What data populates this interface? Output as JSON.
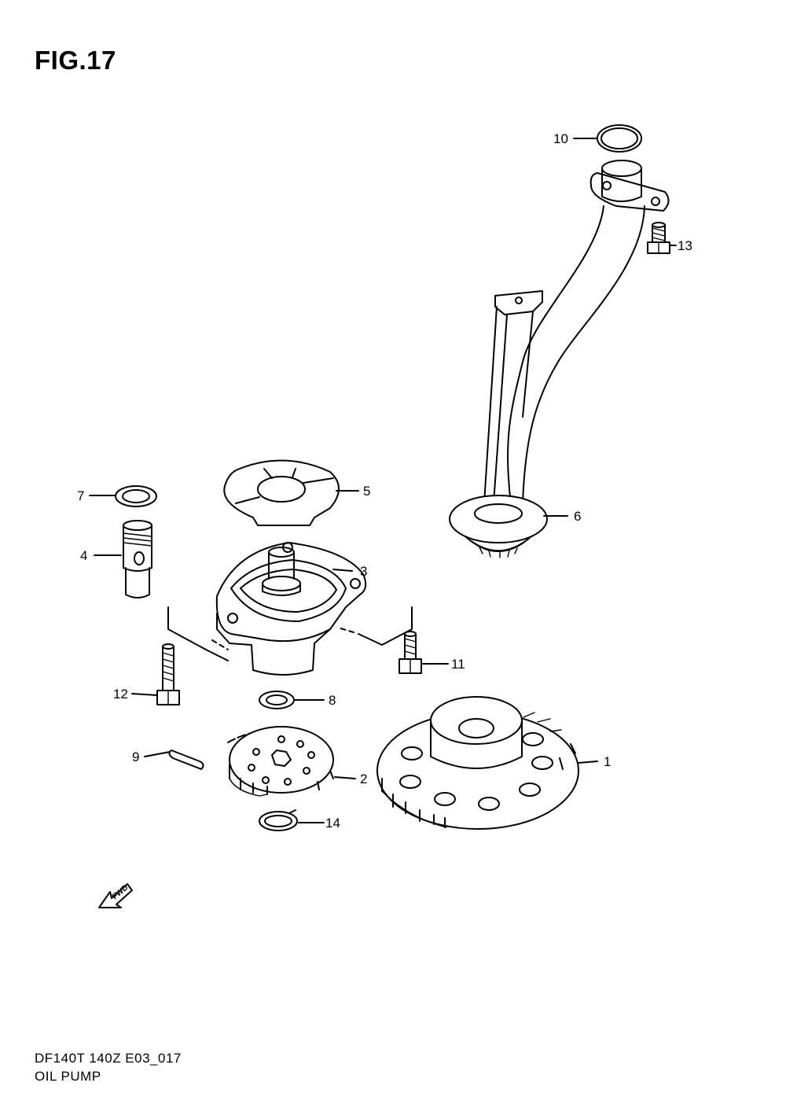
{
  "figure": {
    "title": "FIG.17"
  },
  "footer": {
    "model_code": "DF140T 140Z E03_017",
    "section_name": "OIL PUMP"
  },
  "fwd_arrow": {
    "label": "FWD",
    "icon": "fwd-arrow-icon"
  },
  "callouts": [
    {
      "id": "1",
      "part": "driven gear"
    },
    {
      "id": "2",
      "part": "drive gear"
    },
    {
      "id": "3",
      "part": "oil pump case"
    },
    {
      "id": "4",
      "part": "union"
    },
    {
      "id": "5",
      "part": "gasket"
    },
    {
      "id": "6",
      "part": "oil strainer"
    },
    {
      "id": "7",
      "part": "washer"
    },
    {
      "id": "8",
      "part": "washer"
    },
    {
      "id": "9",
      "part": "pin"
    },
    {
      "id": "10",
      "part": "o-ring"
    },
    {
      "id": "11",
      "part": "bolt"
    },
    {
      "id": "12",
      "part": "bolt"
    },
    {
      "id": "13",
      "part": "bolt"
    },
    {
      "id": "14",
      "part": "circlip"
    }
  ]
}
